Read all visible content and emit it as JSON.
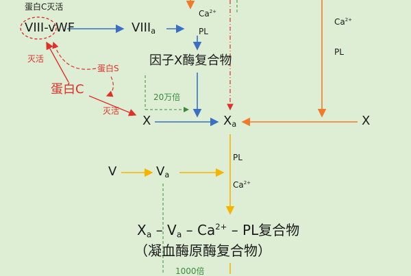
{
  "labels": {
    "protein_c_inactivation": "蛋白C灭活",
    "viii_vwf": "VIII-vWF",
    "viii_a_base": "VIII",
    "a_sub": "a",
    "ca2_base": "Ca",
    "ca2_sup": "2+",
    "pl": "PL",
    "tenase": "因子X酶复合物",
    "inactivate": "灭活",
    "protein_s": "蛋白S",
    "protein_c": "蛋白C",
    "x": "X",
    "x_base": "X",
    "v": "V",
    "v_base": "V",
    "amplify_200k": "20万倍",
    "amplify_1000": "1000倍",
    "prothrombinase_line": "X  – V  –  Ca  – PL复合物",
    "prothrombinase_note": "（凝血酶原酶复合物）",
    "dash": "–",
    "complex_suffix": "– PL复合物"
  },
  "colors": {
    "background": "#ddeed5",
    "red": "#e0302a",
    "blue": "#3a6fc4",
    "orange": "#f07a2a",
    "yellow": "#f4b400",
    "green": "#3a8a3a"
  }
}
